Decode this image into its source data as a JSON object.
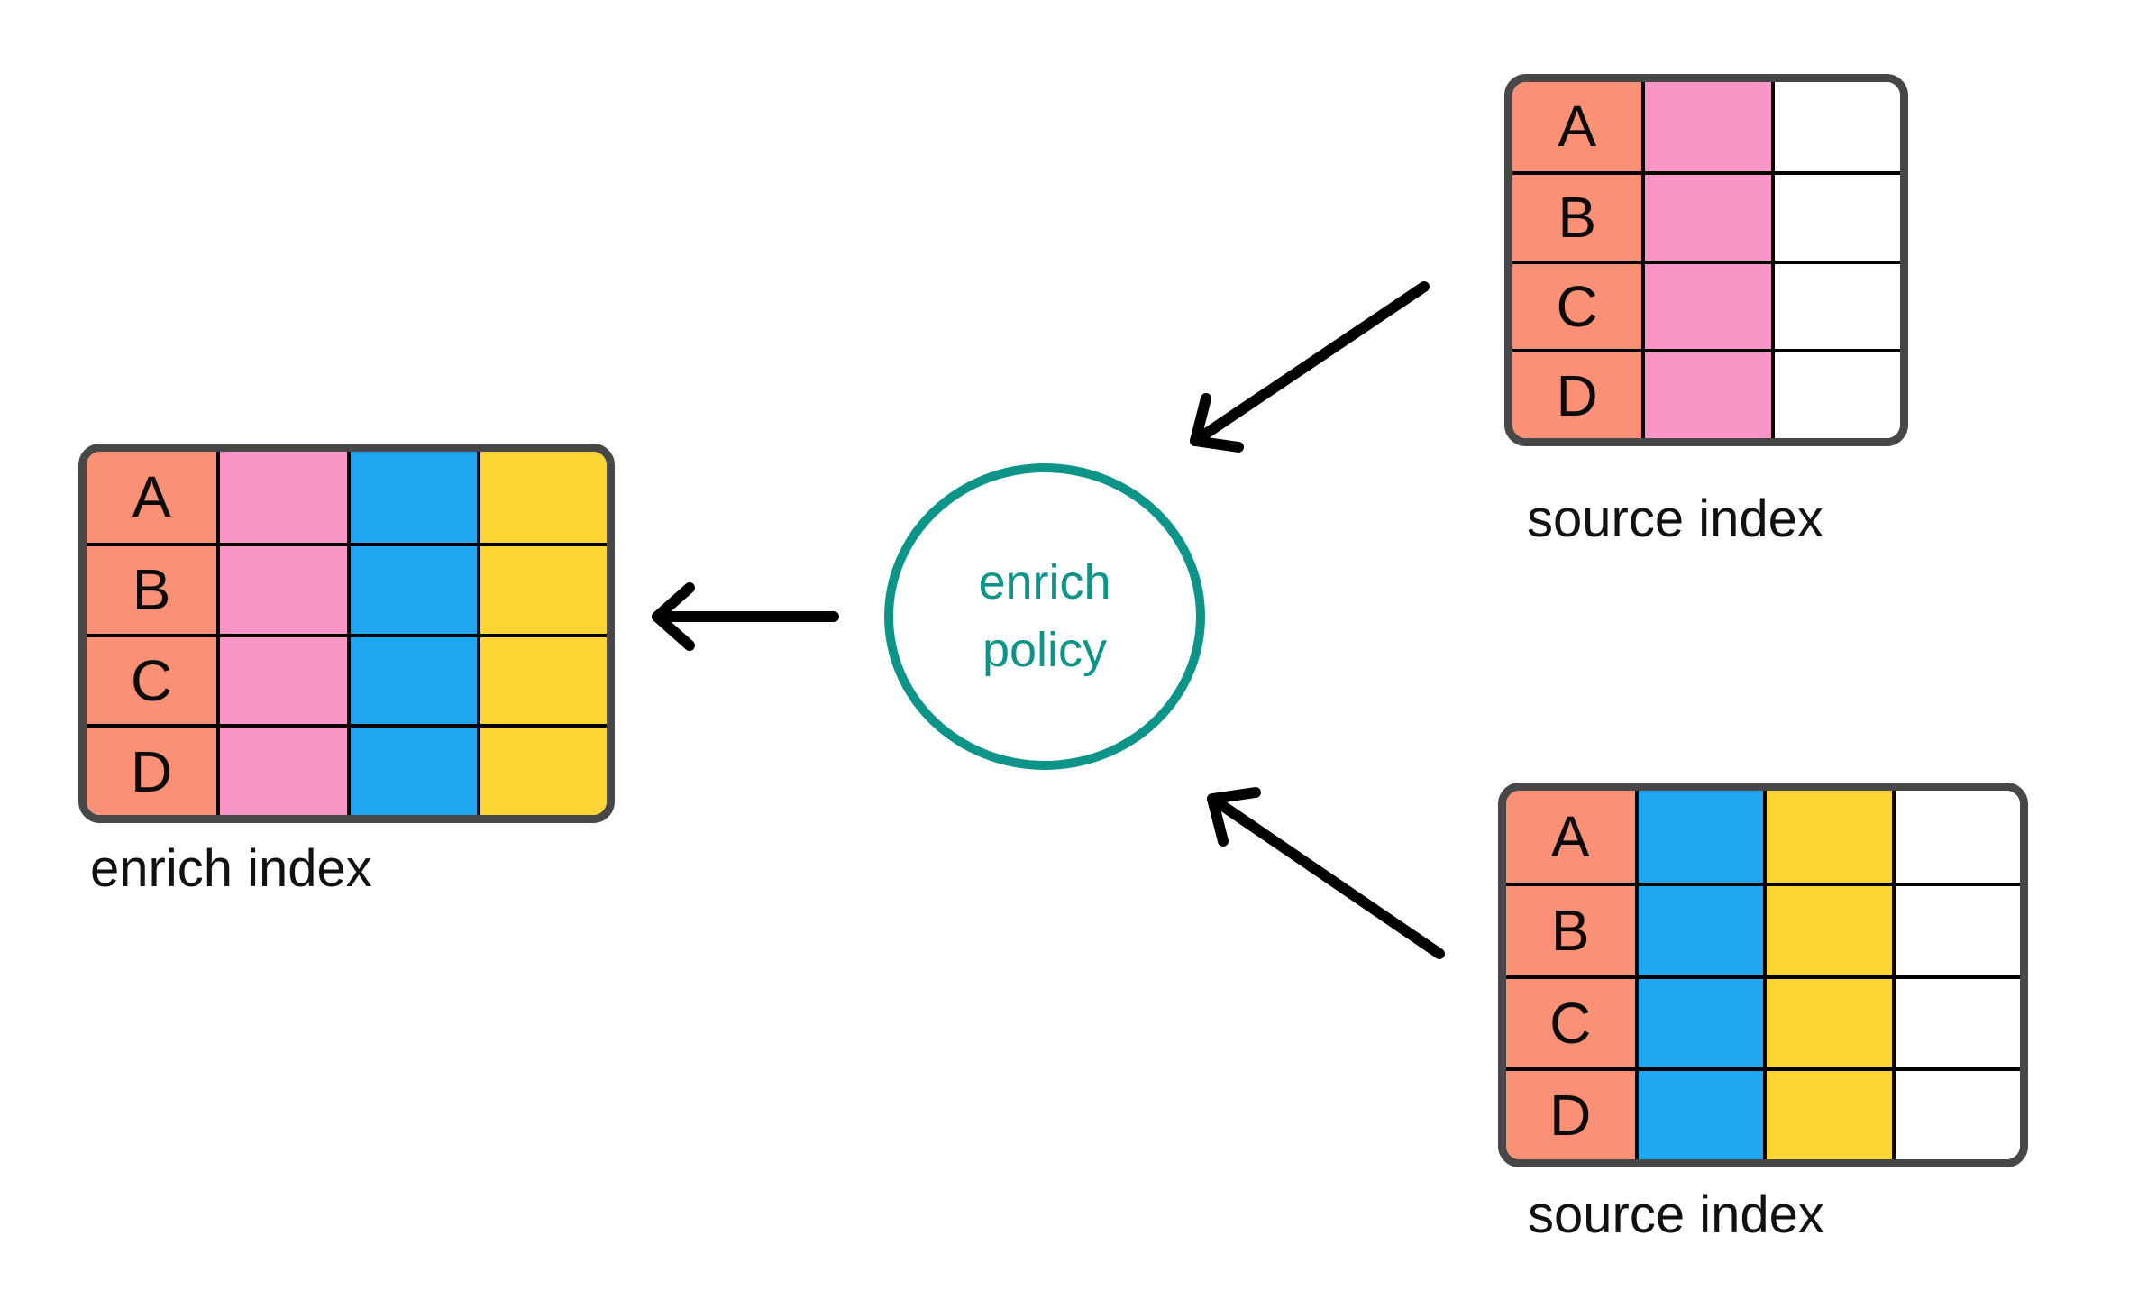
{
  "diagram": {
    "enrich_index": {
      "label": "enrich index",
      "row_labels": [
        "A",
        "B",
        "C",
        "D"
      ],
      "columns": [
        "salmon",
        "pink",
        "blue",
        "yellow"
      ]
    },
    "source_index_top": {
      "label": "source index",
      "row_labels": [
        "A",
        "B",
        "C",
        "D"
      ],
      "columns": [
        "salmon",
        "pink",
        "white"
      ]
    },
    "source_index_bottom": {
      "label": "source index",
      "row_labels": [
        "A",
        "B",
        "C",
        "D"
      ],
      "columns": [
        "salmon",
        "blue",
        "yellow",
        "white"
      ]
    },
    "policy": {
      "line1": "enrich",
      "line2": "policy"
    }
  },
  "colors": {
    "salmon": "#FA9076",
    "pink": "#F995C7",
    "blue": "#1FA8F1",
    "yellow": "#FFD535",
    "white": "#FFFFFF",
    "teal": "#0D9488",
    "border": "#474747",
    "line": "#000000"
  }
}
